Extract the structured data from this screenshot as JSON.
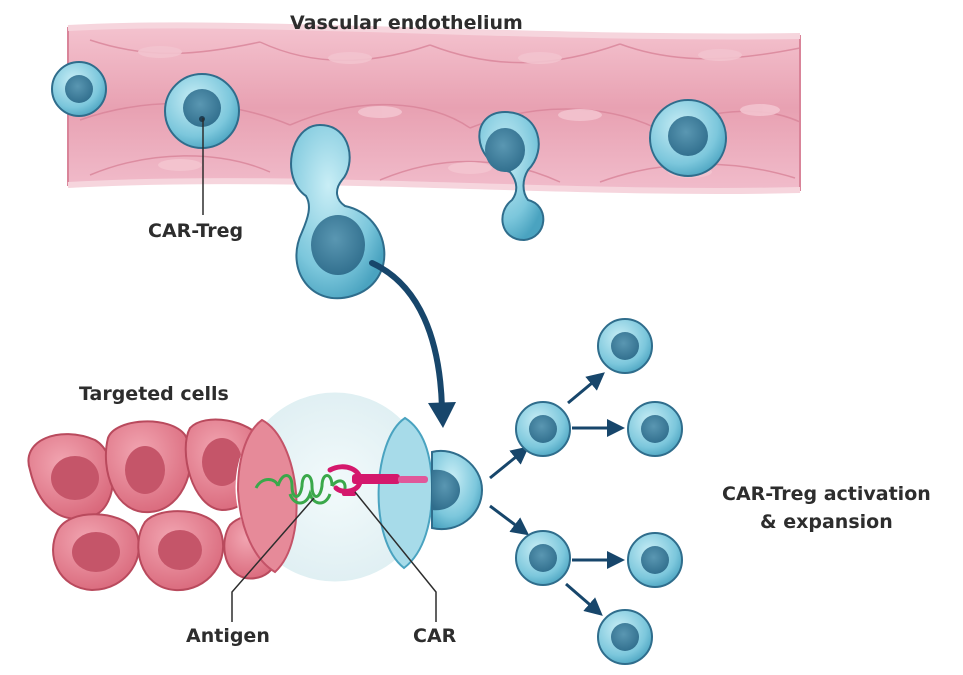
{
  "labels": {
    "vascular": "Vascular endothelium",
    "cartreg": "CAR-Treg",
    "targeted": "Targeted cells",
    "antigen": "Antigen",
    "car": "CAR",
    "activation_line1": "CAR-Treg activation",
    "activation_line2": "& expansion"
  },
  "colors": {
    "vessel": "#e69aae",
    "vessel_light": "#f6d2da",
    "treg_fill": "#8fd0e2",
    "treg_nucleus": "#3d7d9b",
    "target_fill": "#df7a8a",
    "target_nucleus": "#c65769",
    "arrow": "#17466b",
    "antigen": "#3aa84a",
    "car": "#d4186c"
  }
}
